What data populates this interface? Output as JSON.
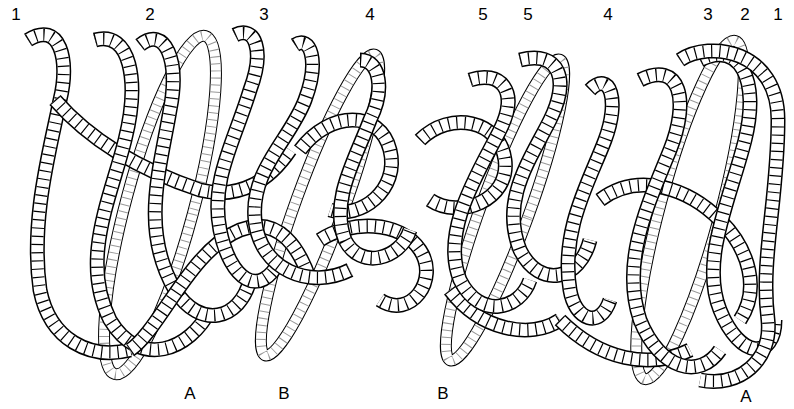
{
  "diagram": {
    "labels": [
      "1",
      "2",
      "3",
      "4",
      "5",
      "5",
      "4",
      "3",
      "2",
      "1",
      "A",
      "B",
      "B",
      "A"
    ]
  }
}
